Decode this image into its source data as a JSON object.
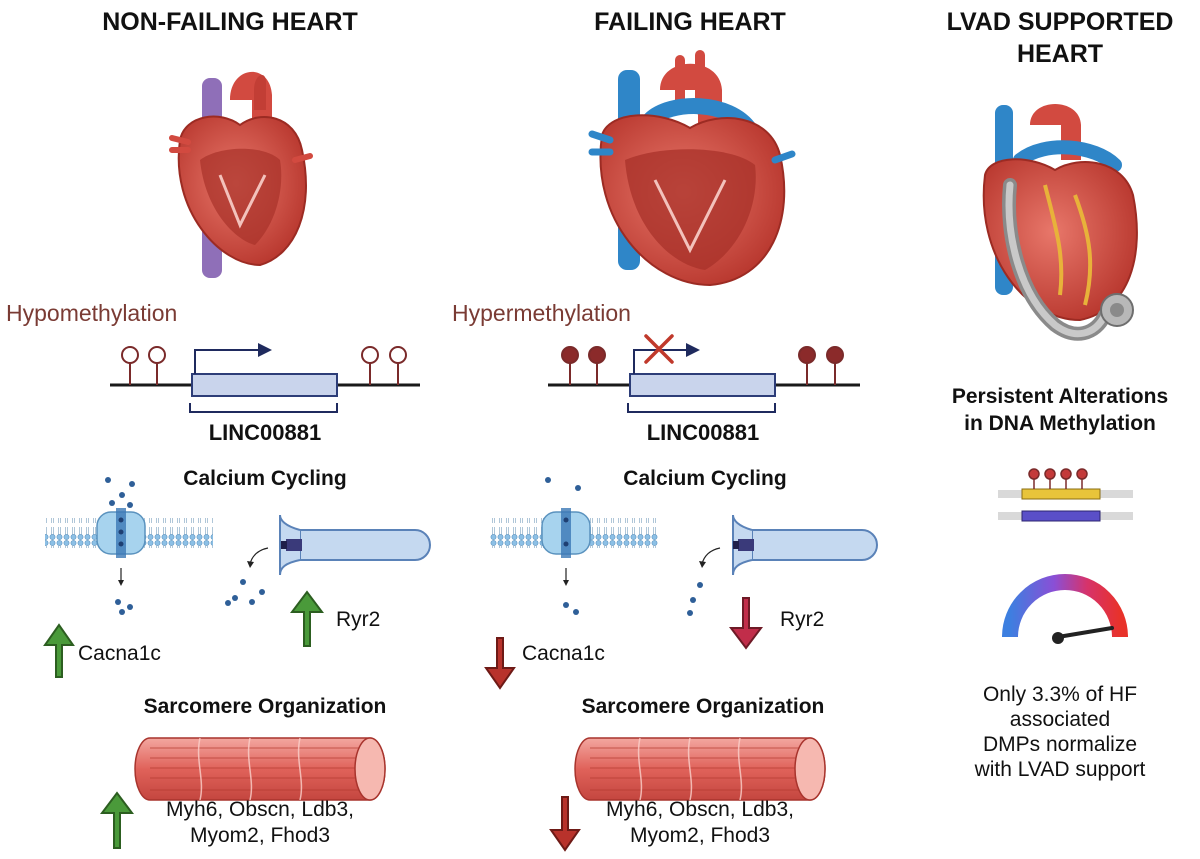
{
  "panels": {
    "non_failing": {
      "title": "NON-FAILING  HEART",
      "methylation": "Hypomethylation",
      "gene": "LINC00881",
      "calcium_heading": "Calcium Cycling",
      "cacna1c": "Cacna1c",
      "ryr2": "Ryr2",
      "sarcomere_heading": "Sarcomere Organization",
      "sarcomere_genes_line1": "Myh6, Obscn, Ldb3,",
      "sarcomere_genes_line2": "Myom2, Fhod3"
    },
    "failing": {
      "title": "FAILING  HEART",
      "methylation": "Hypermethylation",
      "gene": "LINC00881",
      "calcium_heading": "Calcium Cycling",
      "cacna1c": "Cacna1c",
      "ryr2": "Ryr2",
      "sarcomere_heading": "Sarcomere Organization",
      "sarcomere_genes_line1": "Myh6, Obscn, Ldb3,",
      "sarcomere_genes_line2": "Myom2, Fhod3"
    },
    "lvad": {
      "title_line1": "LVAD SUPPORTED",
      "title_line2": "HEART",
      "persistent_line1": "Persistent Alterations",
      "persistent_line2": "in DNA Methylation",
      "note_line1": "Only 3.3% of HF",
      "note_line2": "associated",
      "note_line3": "DMPs normalize",
      "note_line4": "with LVAD support"
    }
  },
  "colors": {
    "up_arrow": "#4a9a3a",
    "down_arrow": "#b8322b",
    "methyl_open": "#ffffff",
    "methyl_filled": "#8b2a2a",
    "membrane": "#7fb3d8",
    "heart_red": "#c8453b",
    "vessel_blue": "#2f86c8"
  },
  "icons": [
    "heart-icon",
    "gene-promoter-diagram",
    "ion-channel-icon",
    "ryanodine-receptor-icon",
    "muscle-fiber-icon",
    "methylated-dna-icon",
    "gauge-icon",
    "lvad-pump-icon"
  ]
}
